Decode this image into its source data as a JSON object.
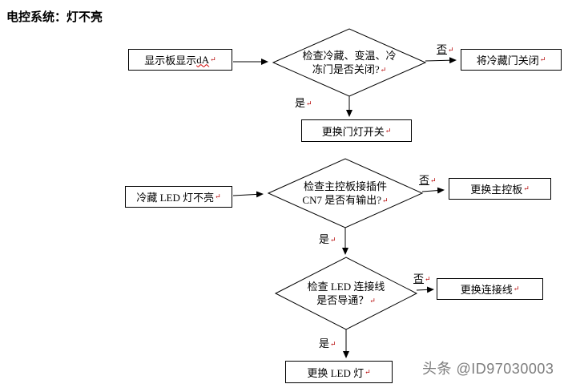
{
  "title": "电控系统：灯不亮",
  "watermark": "头条 @ID97030003",
  "marks": {
    "para": "↵"
  },
  "labels": {
    "yes": "是",
    "no": "否"
  },
  "nodes": {
    "display": {
      "prefix": "显示板显示 ",
      "em": "dA"
    },
    "door_check": {
      "line1": "检查冷藏、变温、冷",
      "line2": "冻门是否关闭?"
    },
    "close_door": {
      "label": "将冷藏门关闭"
    },
    "door_switch": {
      "label": "更换门灯开关"
    },
    "led_off": {
      "label": "冷藏 LED 灯不亮"
    },
    "cn7_check": {
      "line1": "检查主控板接插件",
      "line2": "CN7 是否有输出?"
    },
    "mainboard": {
      "label": "更换主控板"
    },
    "wire_check": {
      "line1": "检查 LED 连接线",
      "line2": "是否导通？"
    },
    "wire": {
      "label": "更换连接线"
    },
    "led": {
      "label": "更换 LED 灯"
    }
  }
}
